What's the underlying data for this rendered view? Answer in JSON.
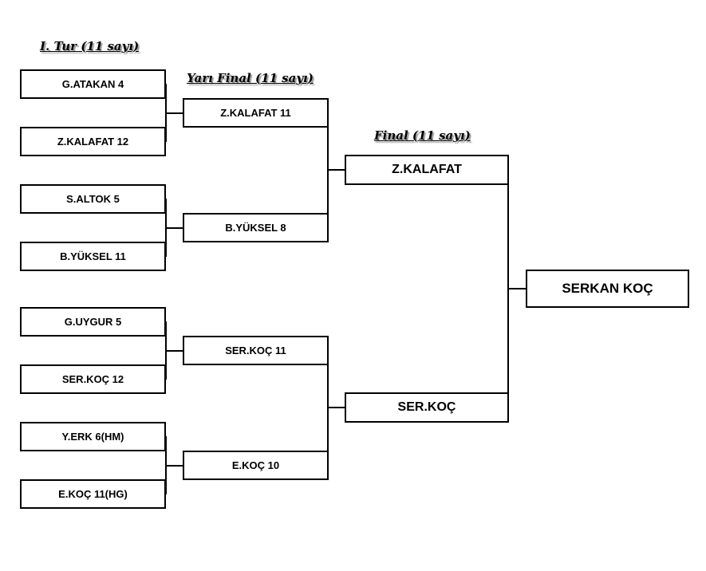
{
  "headings": {
    "round1": "I. Tur (11 sayı)",
    "semifinal": "Yarı Final (11 sayı)",
    "final": "Final (11 sayı)"
  },
  "round1": [
    "G.ATAKAN  4",
    "Z.KALAFAT  12",
    "S.ALTOK  5",
    "B.YÜKSEL  11",
    "G.UYGUR  5",
    "SER.KOÇ  12",
    "Y.ERK  6(HM)",
    "E.KOÇ  11(HG)"
  ],
  "semifinal": [
    "Z.KALAFAT  11",
    "B.YÜKSEL  8",
    "SER.KOÇ  11",
    "E.KOÇ  10"
  ],
  "final": [
    "Z.KALAFAT",
    "SER.KOÇ"
  ],
  "champion": "SERKAN KOÇ"
}
